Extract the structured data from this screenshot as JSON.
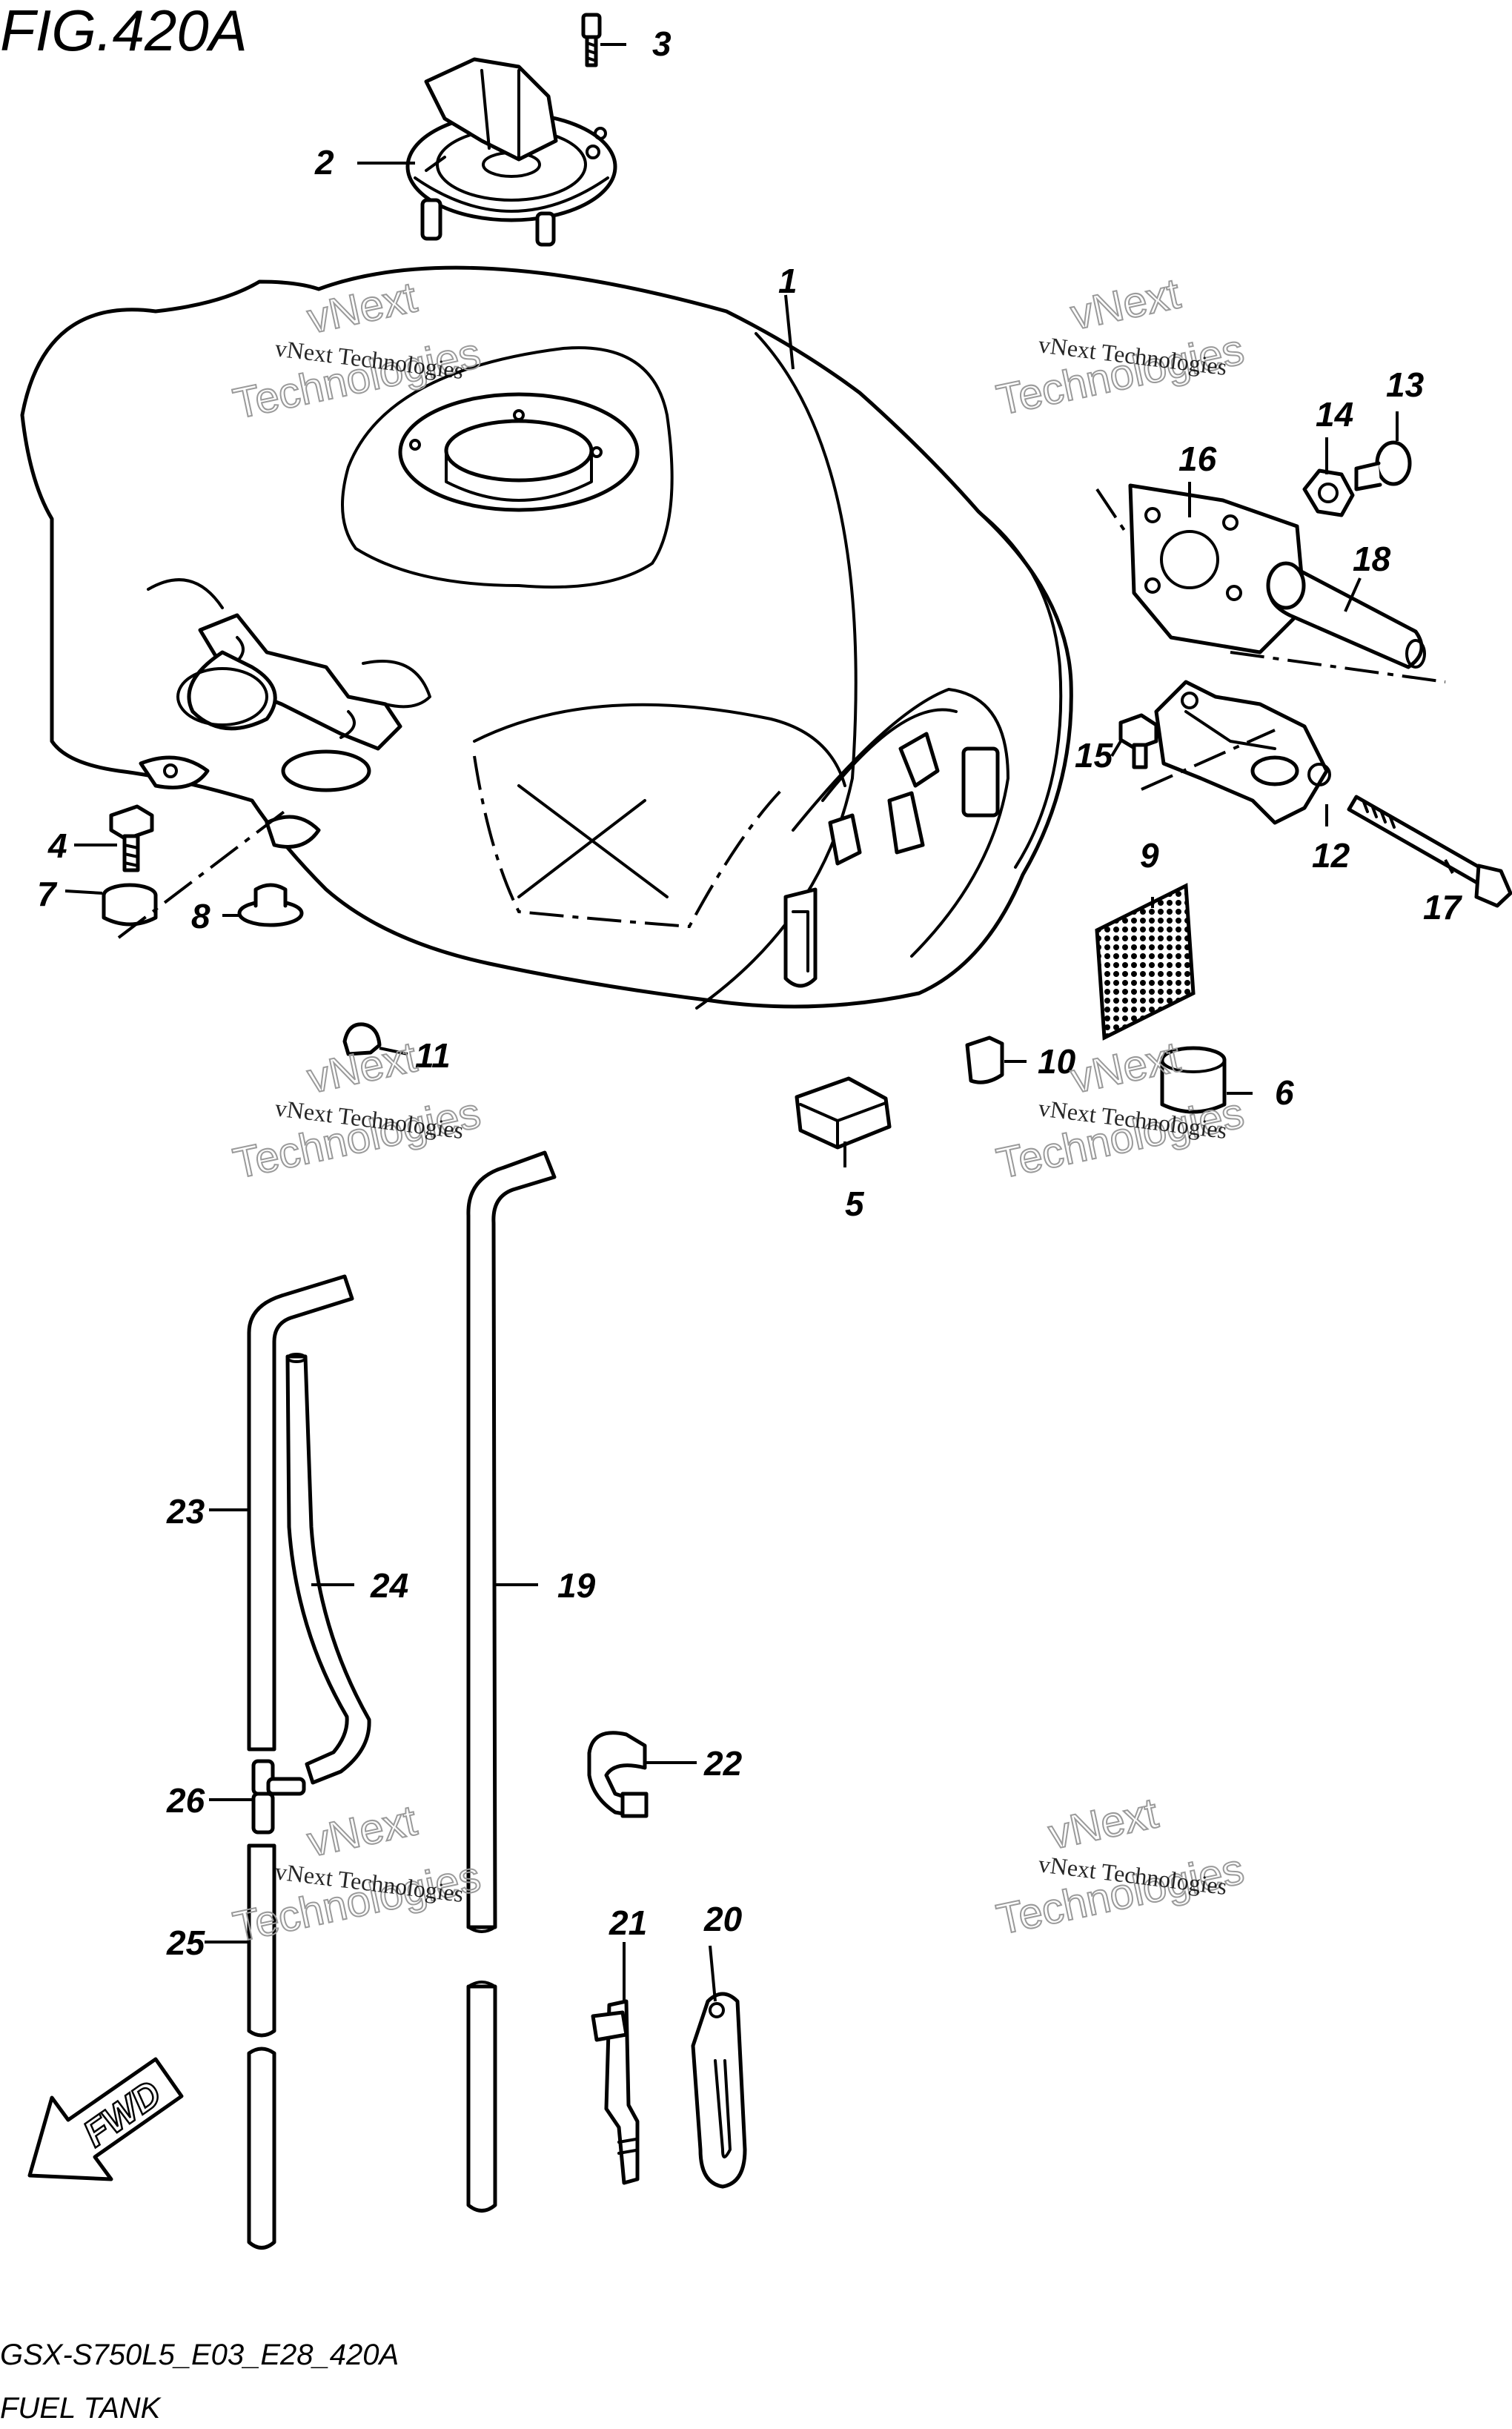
{
  "figure": {
    "title": "FIG.420A",
    "code": "GSX-S750L5_E03_E28_420A",
    "name": "FUEL TANK"
  },
  "watermark": {
    "line1": "vNext Technologies",
    "line2": "vNext",
    "line3": "Technologies"
  },
  "direction_badge": "FWD",
  "part_labels": [
    "1",
    "2",
    "3",
    "4",
    "5",
    "6",
    "7",
    "8",
    "9",
    "10",
    "11",
    "12",
    "13",
    "14",
    "15",
    "16",
    "17",
    "18",
    "19",
    "20",
    "21",
    "22",
    "23",
    "24",
    "25",
    "26"
  ]
}
